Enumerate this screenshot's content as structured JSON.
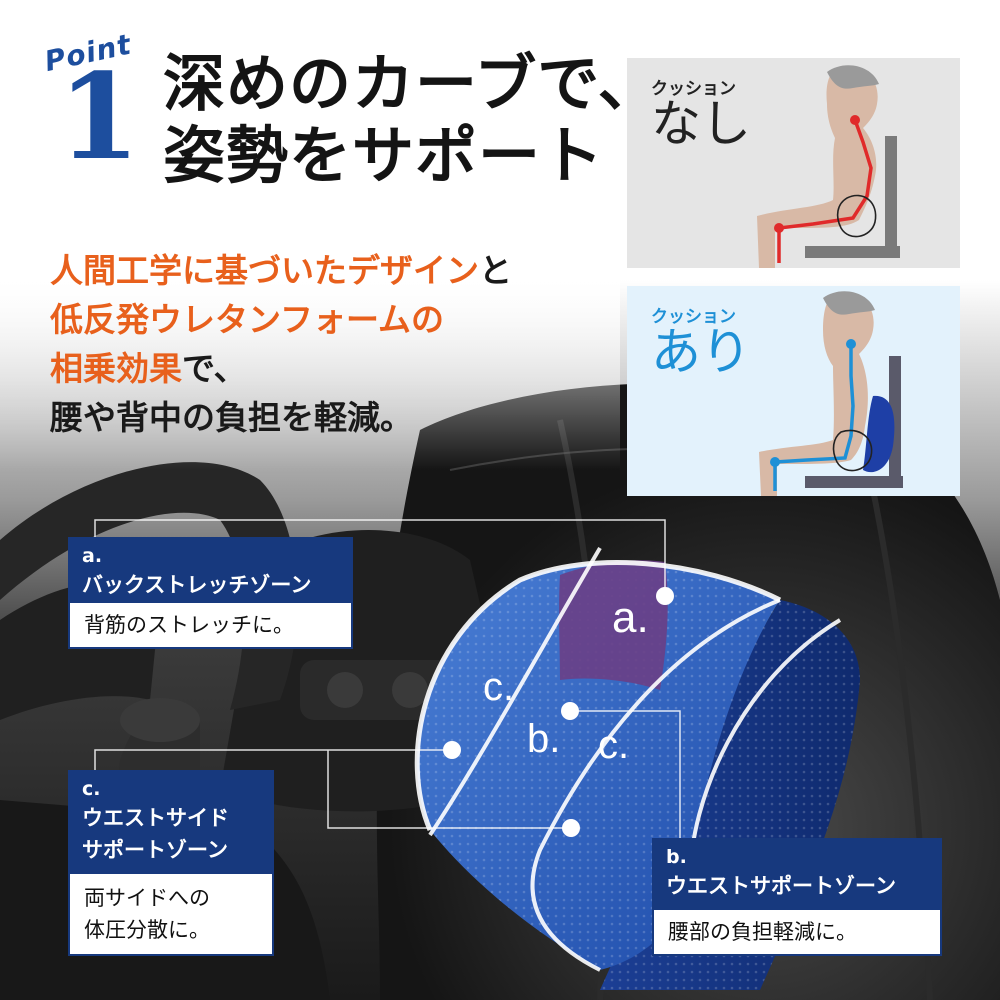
{
  "header": {
    "point_label": "Point",
    "point_number": "1",
    "headline_line1": "深めのカーブで、",
    "headline_line2": "姿勢をサポート"
  },
  "body": {
    "line1_highlight": "人間工学に基づいたデザイン",
    "line1_rest": "と",
    "line2_highlight": "低反発ウレタンフォームの",
    "line3_highlight": "相乗効果",
    "line3_rest": "で、",
    "line4": "腰や背中の負担を軽減。"
  },
  "comparison": {
    "without": {
      "small": "クッション",
      "big": "なし"
    },
    "with": {
      "small": "クッション",
      "big": "あり"
    }
  },
  "cushion_labels": {
    "a": "a.",
    "b": "b.",
    "c_left": "c.",
    "c_right": "c."
  },
  "callouts": {
    "a": {
      "letter": "a.",
      "title": "バックストレッチゾーン",
      "desc": "背筋のストレッチに。"
    },
    "c": {
      "letter": "c.",
      "title_line1": "ウエストサイド",
      "title_line2": "サポートゾーン",
      "desc_line1": "両サイドへの",
      "desc_line2": "体圧分散に。"
    },
    "b": {
      "letter": "b.",
      "title": "ウエストサポートゾーン",
      "desc": "腰部の負担軽減に。"
    }
  },
  "colors": {
    "brand_blue": "#1d4e9e",
    "callout_navy": "#17397e",
    "highlight_orange": "#e8601c",
    "spine_red": "#e02a2a",
    "spine_blue": "#1e90d6",
    "cushion_blue": "#2f63c4",
    "cushion_purple": "#6a3f86"
  }
}
